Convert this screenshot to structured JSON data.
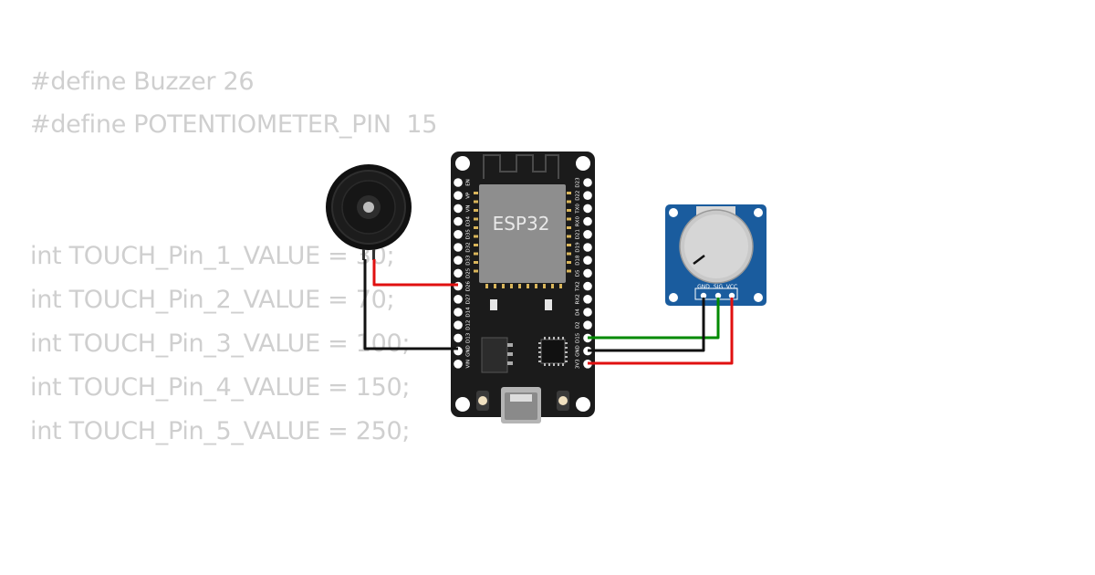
{
  "code": {
    "lines": [
      "#define Buzzer 26",
      "#define POTENTIOMETER_PIN  15",
      "",
      "",
      "int TOUCH_Pin_1_VALUE = 30;",
      "int TOUCH_Pin_2_VALUE = 70;",
      "int TOUCH_Pin_3_VALUE = 100;",
      "int TOUCH_Pin_4_VALUE = 150;",
      "int TOUCH_Pin_5_VALUE = 250;"
    ]
  },
  "esp32": {
    "label": "ESP32",
    "left_pins": [
      "EN",
      "VP",
      "VN",
      "D34",
      "D35",
      "D32",
      "D33",
      "D25",
      "D26",
      "D27",
      "D14",
      "D12",
      "D13",
      "GND",
      "VIN"
    ],
    "right_pins": [
      "D23",
      "D22",
      "TX0",
      "RX0",
      "D21",
      "D19",
      "D18",
      "D5",
      "TX2",
      "RX2",
      "D4",
      "D2",
      "D15",
      "GND",
      "3V3"
    ]
  },
  "potentiometer": {
    "pins": [
      "GND",
      "SIG",
      "VCC"
    ]
  },
  "colors": {
    "code_text": "#cfcfcf",
    "board": "#1b1b1b",
    "module": "#1a5c9e",
    "wire_red": "#e01010",
    "wire_green": "#008a00",
    "wire_black": "#111111"
  }
}
